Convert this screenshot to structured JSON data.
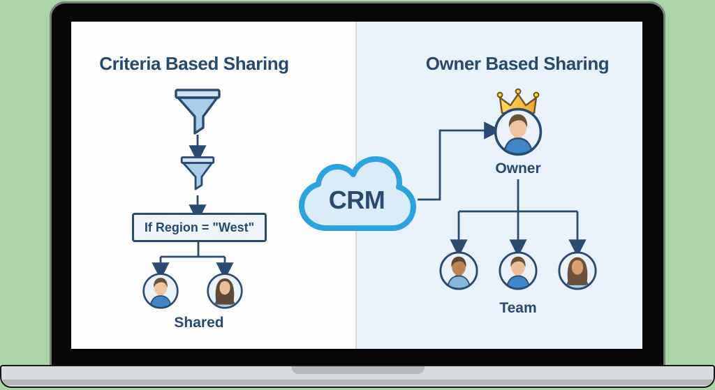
{
  "left_panel": {
    "title": "Criteria Based Sharing",
    "condition_label": "If Region = \"West\"",
    "result_label": "Shared"
  },
  "cloud": {
    "label": "CRM"
  },
  "right_panel": {
    "title": "Owner Based Sharing",
    "owner_label": "Owner",
    "team_label": "Team"
  },
  "palette": {
    "background_green": "#abd5a7",
    "navy_text": "#27496d",
    "line_navy": "#2b4a70",
    "cloud_stroke_blue": "#2ba3e0",
    "cloud_fill": "#d9ecf8",
    "right_panel_blue": "#e9f2fb",
    "left_panel_white": "#fdfdfd",
    "funnel_blue": "#a9cee9",
    "funnel_rim_blue": "#cfe3f3",
    "condition_box_fill": "#eff5fb",
    "crown_gold": "#f6b93c",
    "avatar_circle_fill": "#eaf1f8"
  },
  "avatars": {
    "shared_member_1": {
      "variant": "male",
      "skin": "#f0c49c",
      "hair": "#6b5138",
      "shirt": "#3e86c7"
    },
    "shared_member_2": {
      "variant": "female",
      "skin": "#eec09a",
      "hair": "#5f4a38",
      "shirt": "#a9cfe4"
    },
    "owner": {
      "variant": "male",
      "skin": "#f0c49c",
      "hair": "#6b5138",
      "shirt": "#3e86c7"
    },
    "team_member_1": {
      "variant": "male",
      "skin": "#c08350",
      "hair": "#5a4631",
      "shirt": "#85b9dc"
    },
    "team_member_2": {
      "variant": "male",
      "skin": "#eec09a",
      "hair": "#6b5138",
      "shirt": "#3e86c7"
    },
    "team_member_3": {
      "variant": "female",
      "skin": "#d9a06e",
      "hair": "#6b5138",
      "shirt": "#aed2e8"
    }
  }
}
